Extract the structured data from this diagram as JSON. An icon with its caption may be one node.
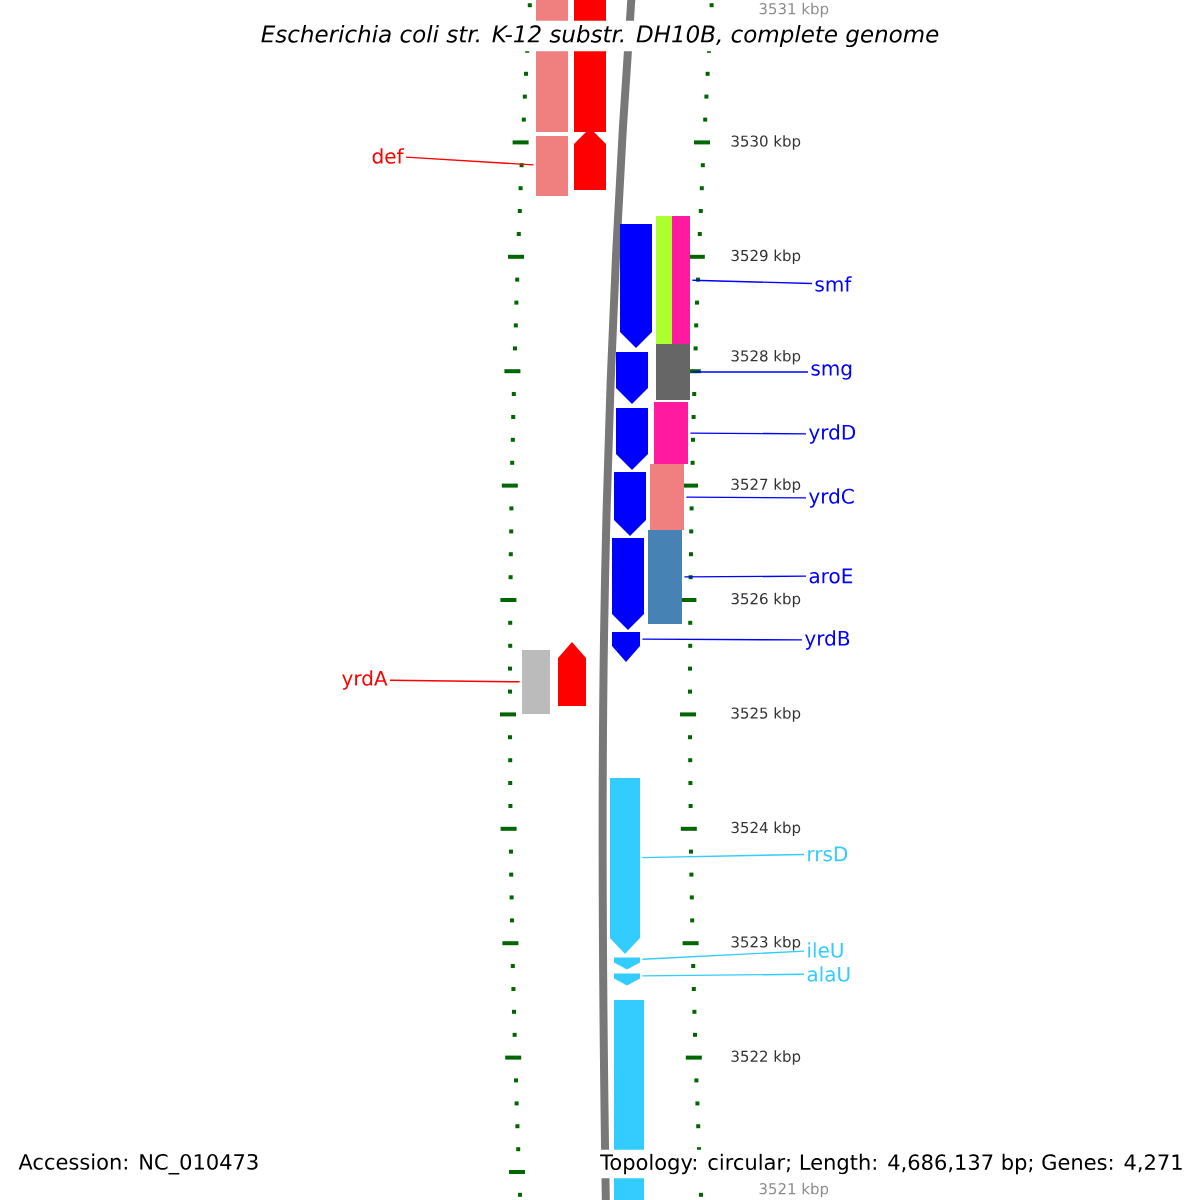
{
  "diagram": {
    "title": "Escherichia coli str. K-12 substr. DH10B, complete genome",
    "nodes": [
      {
        "text": [],
        "shape": "bar"
      },
      {
        "text": [],
        "shape": "bar"
      },
      {
        "text": [
          "def"
        ]
      },
      {
        "text": [],
        "shape": "bar"
      },
      {
        "text": [],
        "shape": "pentagon"
      },
      {
        "text": [],
        "shape": "pentagon"
      },
      {
        "text": [],
        "shape": "bar"
      },
      {
        "text": [],
        "shape": "bar"
      },
      {
        "text": [
          "smf"
        ]
      },
      {
        "text": [],
        "shape": "bar"
      },
      {
        "text": [],
        "shape": "pentagon"
      },
      {
        "text": [
          "smg"
        ]
      },
      {
        "text": [],
        "shape": "pentagon"
      },
      {
        "text": [],
        "shape": "bar"
      },
      {
        "text": [
          "yrdD"
        ]
      },
      {
        "text": [],
        "shape": "pentagon"
      },
      {
        "text": [],
        "shape": "bar"
      },
      {
        "text": [
          "yrdC"
        ]
      },
      {
        "text": [],
        "shape": "pentagon"
      },
      {
        "text": [],
        "shape": "bar"
      },
      {
        "text": [
          "aroE"
        ]
      },
      {
        "text": [],
        "shape": "pentagon"
      },
      {
        "text": [
          "yrdB"
        ]
      },
      {
        "text": [
          "yrdA"
        ]
      },
      {
        "text": [],
        "shape": "bar"
      },
      {
        "text": [],
        "shape": "pentagon"
      },
      {
        "text": [],
        "shape": "pentagon"
      },
      {
        "text": [
          "rrsD"
        ]
      },
      {
        "text": [],
        "shape": "pentagon"
      },
      {
        "text": [
          "ileU"
        ]
      },
      {
        "text": [],
        "shape": "pentagon"
      },
      {
        "text": [
          "alaU"
        ]
      },
      {
        "text": [],
        "shape": "bar"
      }
    ],
    "edges": [
      {
        "from": 2,
        "to": 3,
        "arrow": "none",
        "color": "#ff0000"
      },
      {
        "from": 8,
        "to": 7,
        "arrow": "none"
      },
      {
        "from": 11,
        "to": 9,
        "arrow": "none"
      },
      {
        "from": 14,
        "to": 13,
        "arrow": "none"
      },
      {
        "from": 17,
        "to": 16,
        "arrow": "none"
      },
      {
        "from": 20,
        "to": 19,
        "arrow": "none"
      },
      {
        "from": 22,
        "to": 21,
        "arrow": "none"
      },
      {
        "from": 23,
        "to": 24,
        "arrow": "none",
        "color": "#ff0000"
      },
      {
        "from": 27,
        "to": 26,
        "arrow": "none",
        "color": "#33ccff"
      },
      {
        "from": 29,
        "to": 28,
        "arrow": "none",
        "color": "#33ccff"
      },
      {
        "from": 31,
        "to": 30,
        "arrow": "none",
        "color": "#33ccff"
      }
    ],
    "labels": [
      "3531 kbp",
      "3530 kbp",
      "3529 kbp",
      "3528 kbp",
      "3527 kbp",
      "3526 kbp",
      "3525 kbp",
      "3524 kbp",
      "3523 kbp",
      "3522 kbp",
      "3521 kbp",
      "Accession: NC_010473",
      "Topology: circular; Length: 4,686,137 bp; Genes: 4,271"
    ]
  }
}
